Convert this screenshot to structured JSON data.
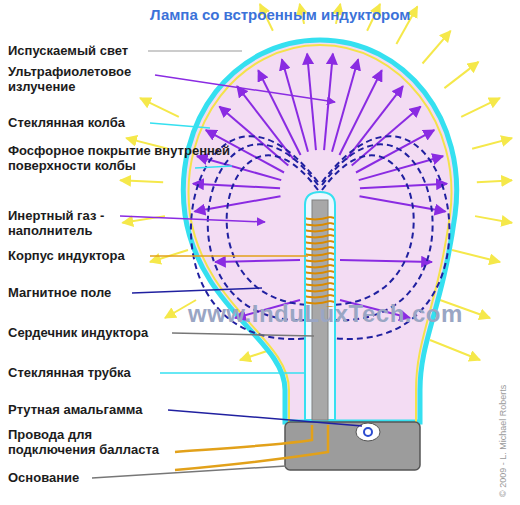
{
  "diagram": {
    "title": "Лампа со встроенным индуктором",
    "labels": [
      "Испускаемый свет",
      "Ультрафиолетовое излучение",
      "Стеклянная колба",
      "Фосфорное покрытие внутренней поверхности колбы",
      "Инертный газ - наполнитель",
      "Корпус индуктора",
      "Магнитное поле",
      "Сердечник индуктора",
      "Стеклянная трубка",
      "Ртутная амальгамма",
      "Провода для подключения балласта",
      "Основание",
      "www.InduLuxTech.com",
      "© 2009 - L. Michael Roberts"
    ]
  }
}
